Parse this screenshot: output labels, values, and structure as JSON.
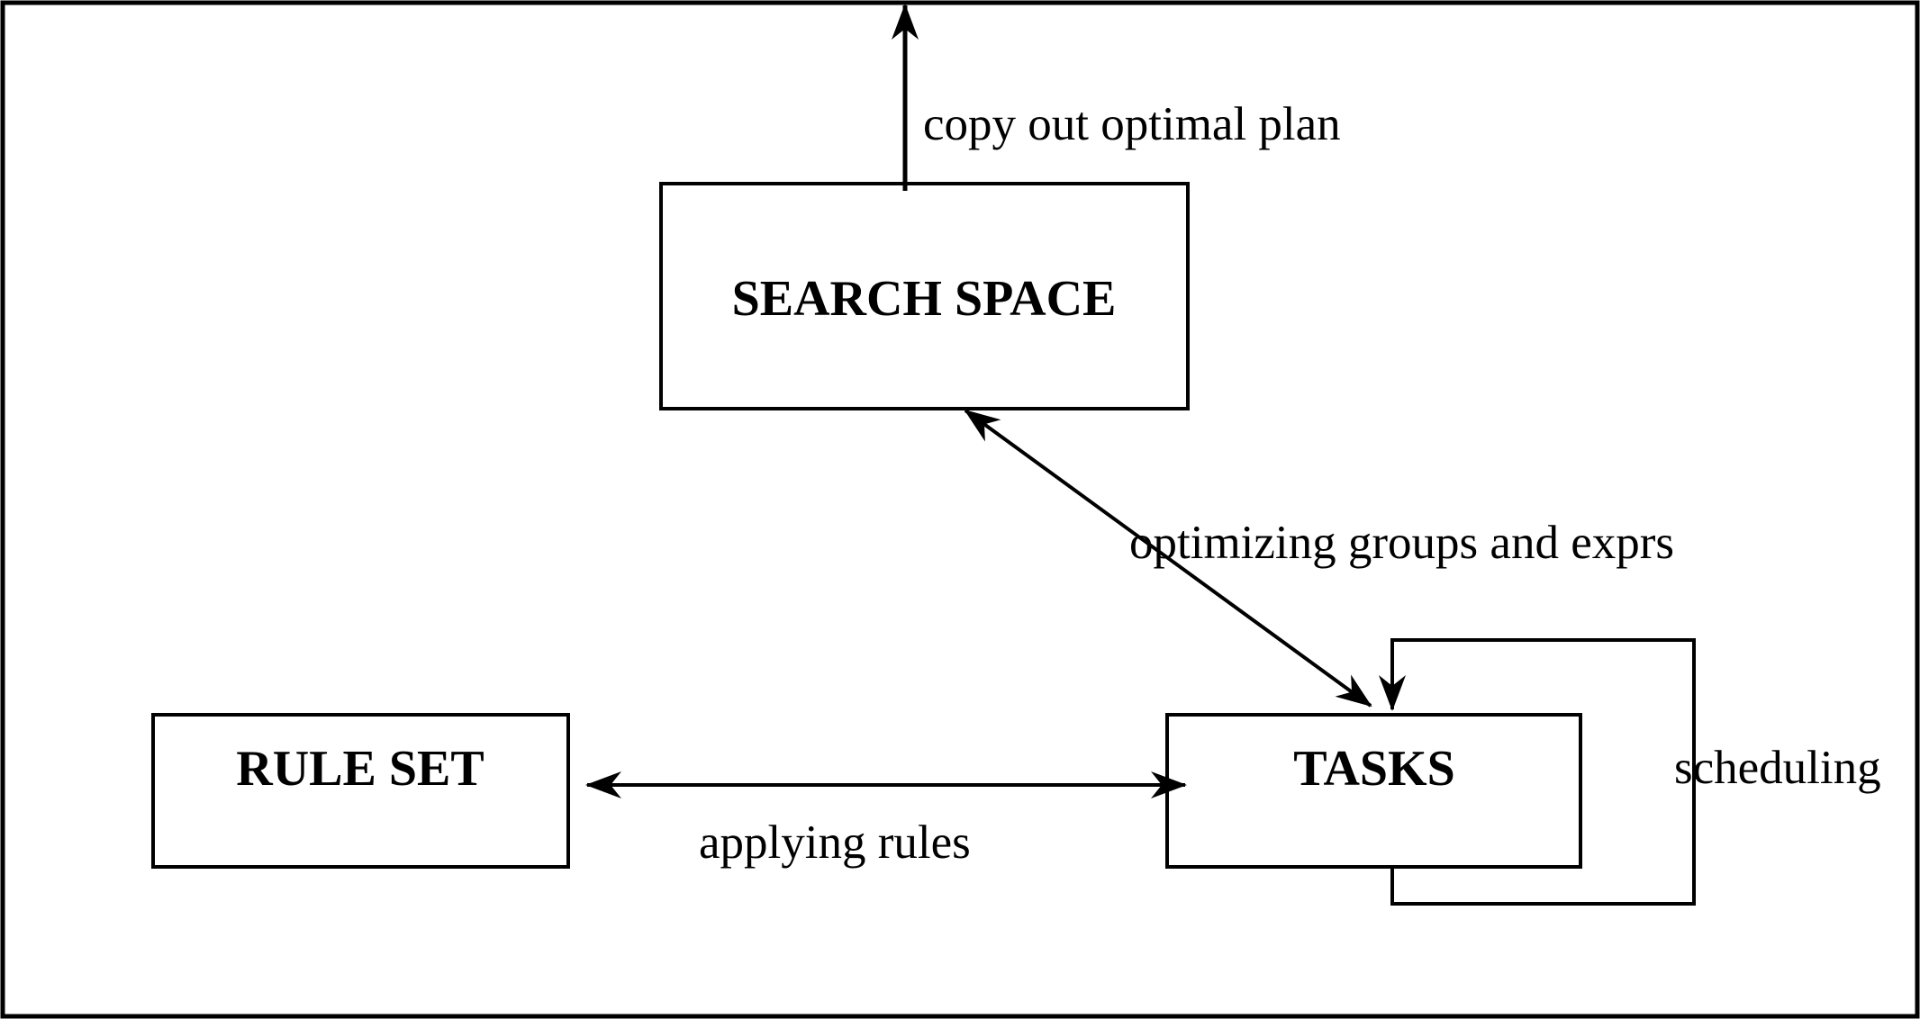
{
  "diagram": {
    "nodes": {
      "search_space": {
        "label": "SEARCH SPACE"
      },
      "rule_set": {
        "label": "RULE SET"
      },
      "tasks": {
        "label": "TASKS"
      }
    },
    "edges": {
      "copy_out": {
        "label": "copy out optimal plan"
      },
      "optimizing": {
        "label": "optimizing groups and exprs"
      },
      "applying_rules": {
        "label": "applying rules"
      },
      "scheduling": {
        "label": "scheduling"
      }
    },
    "colors": {
      "stroke": "#000000",
      "background": "#ffffff"
    }
  }
}
